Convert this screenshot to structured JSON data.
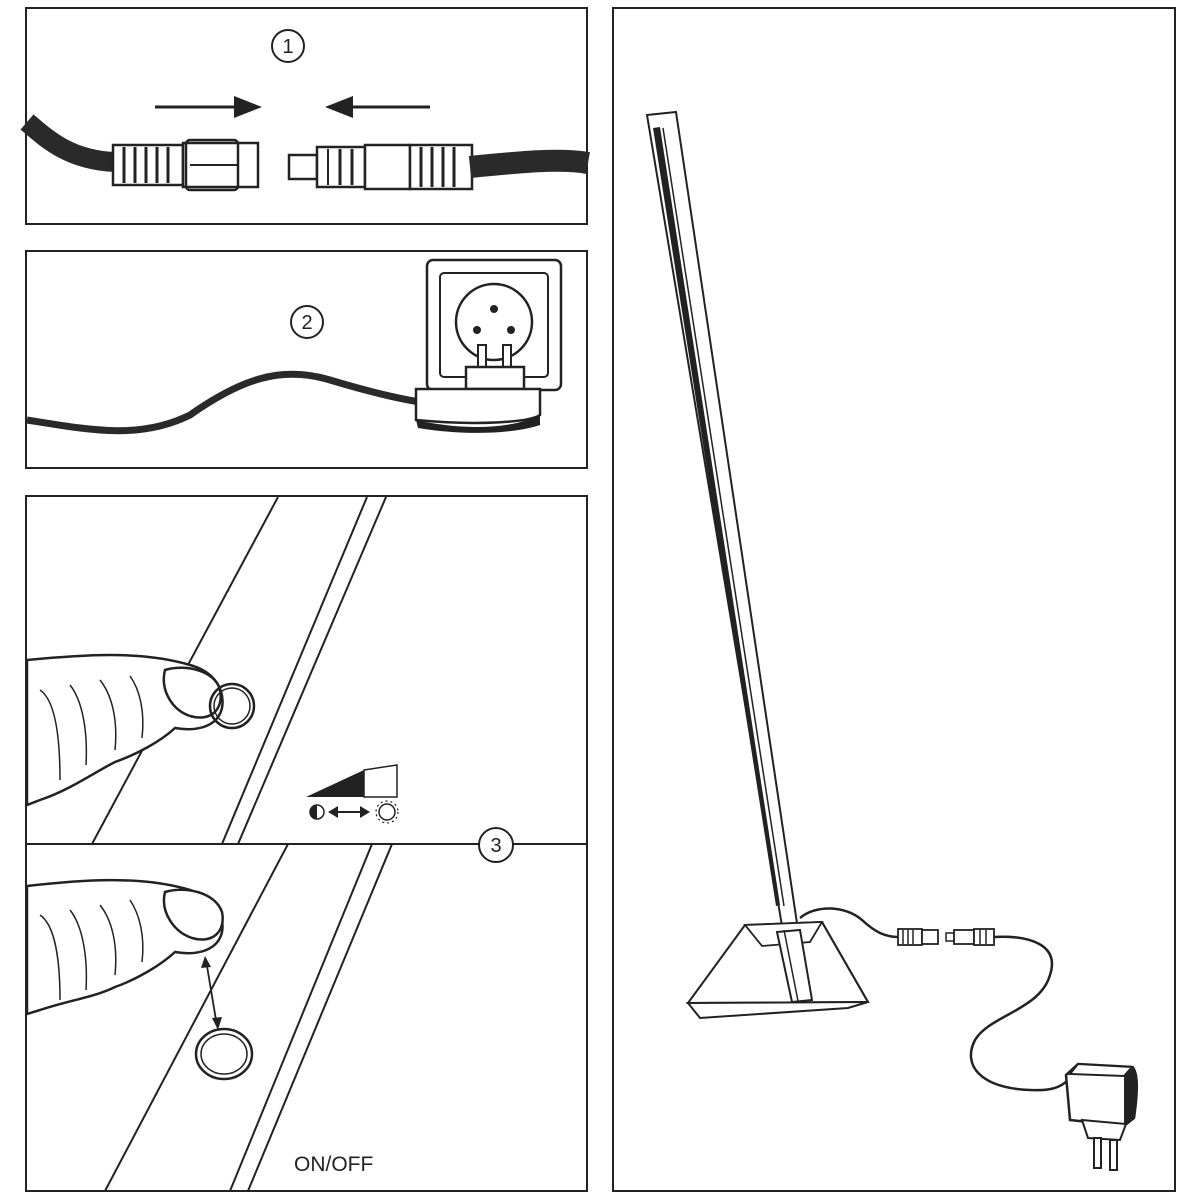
{
  "steps": [
    {
      "number": "1"
    },
    {
      "number": "2"
    },
    {
      "number": "3"
    }
  ],
  "switch_label": "ON/OFF",
  "icons": {
    "connector_arrows": [
      "arrow-right-icon",
      "arrow-left-icon"
    ],
    "dimming": [
      "dimmer-ramp-icon",
      "dark-bulb-icon",
      "double-arrow-icon",
      "bright-sun-icon"
    ],
    "press": [
      "hand-icon",
      "touch-button-icon"
    ],
    "power": [
      "wall-socket-icon",
      "power-adapter-icon"
    ]
  },
  "colors": {
    "ink": "#222222",
    "cable": "#2a2a2a",
    "paper": "#ffffff"
  }
}
